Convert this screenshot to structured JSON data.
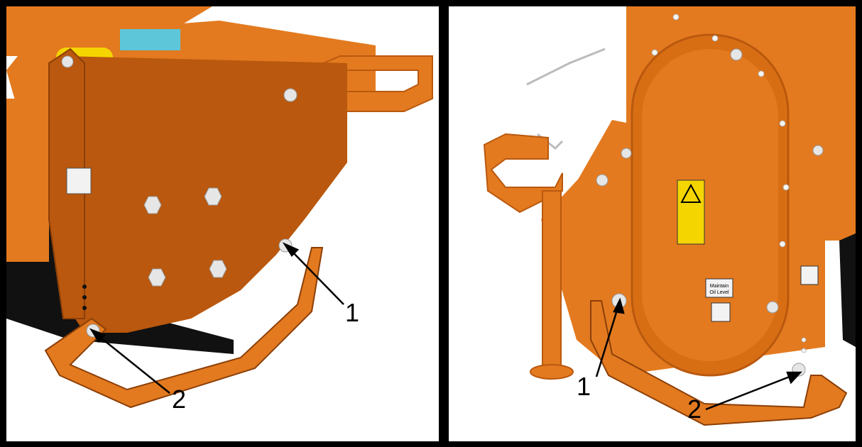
{
  "left_panel": {
    "callouts": [
      {
        "label": "1"
      },
      {
        "label": "2"
      }
    ]
  },
  "right_panel": {
    "callouts": [
      {
        "label": "1"
      },
      {
        "label": "2"
      }
    ],
    "decal": {
      "text_line_1": "Maintain",
      "text_line_2": "Oil Level"
    }
  },
  "colors": {
    "frame": "#000000",
    "orange": "#E37A1F",
    "orange_dark": "#B9580E",
    "bolt": "#E6E6E6",
    "warning_yellow": "#F4D500"
  }
}
